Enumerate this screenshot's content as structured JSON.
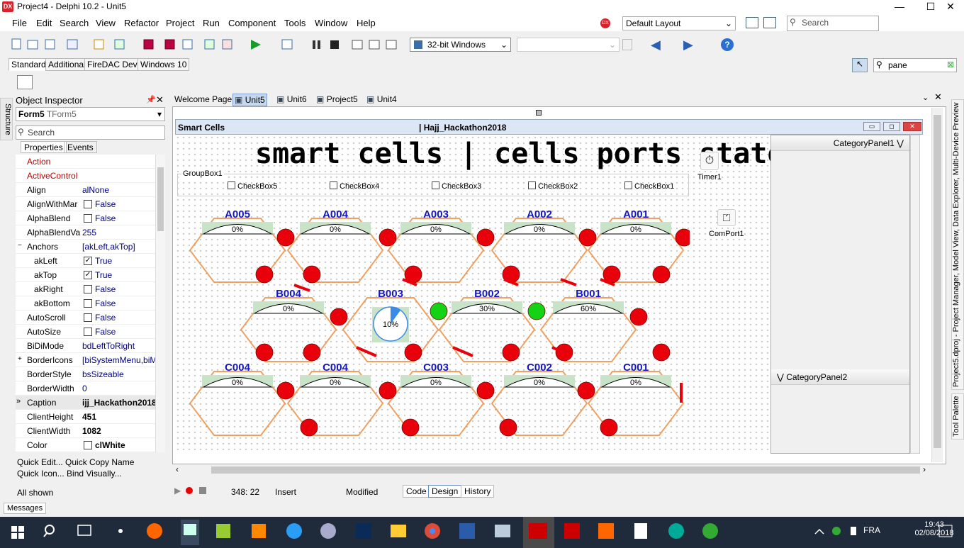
{
  "window": {
    "title": "Project4 - Delphi 10.2 - Unit5",
    "logo": "DX",
    "min": "—",
    "max": "☐",
    "close": "✕"
  },
  "menu": [
    "File",
    "Edit",
    "Search",
    "View",
    "Refactor",
    "Project",
    "Run",
    "Component",
    "Tools",
    "Window",
    "Help"
  ],
  "layout_combo": "Default Layout",
  "search_placeholder": "Search",
  "platform": "32-bit Windows",
  "palette_tabs": [
    "Standard",
    "Additional",
    "FireDAC Devs",
    "Windows 10"
  ],
  "palette_search": "pane",
  "structure_tab": "Structure",
  "object_inspector": {
    "title": "Object Inspector",
    "form_name": "Form5",
    "form_type": "TForm5",
    "search_placeholder": "Search",
    "tabs": [
      "Properties",
      "Events"
    ],
    "properties": [
      {
        "name": "Action",
        "value": "",
        "color": "#c00000"
      },
      {
        "name": "ActiveControl",
        "value": "",
        "color": "#c00000"
      },
      {
        "name": "Align",
        "value": "alNone"
      },
      {
        "name": "AlignWithMar",
        "value": "False",
        "check": false
      },
      {
        "name": "AlphaBlend",
        "value": "False",
        "check": false
      },
      {
        "name": "AlphaBlendVa",
        "value": "255"
      },
      {
        "name": "Anchors",
        "value": "[akLeft,akTop]",
        "expander": "−"
      },
      {
        "name": "akLeft",
        "value": "True",
        "check": true,
        "indent": true
      },
      {
        "name": "akTop",
        "value": "True",
        "check": true,
        "indent": true
      },
      {
        "name": "akRight",
        "value": "False",
        "check": false,
        "indent": true
      },
      {
        "name": "akBottom",
        "value": "False",
        "check": false,
        "indent": true
      },
      {
        "name": "AutoScroll",
        "value": "False",
        "check": false
      },
      {
        "name": "AutoSize",
        "value": "False",
        "check": false
      },
      {
        "name": "BiDiMode",
        "value": "bdLeftToRight"
      },
      {
        "name": "BorderIcons",
        "value": "[biSystemMenu,biM",
        "expander": "+"
      },
      {
        "name": "BorderStyle",
        "value": "bsSizeable"
      },
      {
        "name": "BorderWidth",
        "value": "0"
      },
      {
        "name": "Caption",
        "value": "ijj_Hackathon2018",
        "selected": true,
        "bold": true
      },
      {
        "name": "ClientHeight",
        "value": "451",
        "bold": true
      },
      {
        "name": "ClientWidth",
        "value": "1082",
        "bold": true
      },
      {
        "name": "Color",
        "value": "clWhite",
        "bold": true,
        "swatch": true
      }
    ],
    "quick1": "Quick Edit...  Quick Copy Name",
    "quick2": "Quick Icon...  Bind Visually...",
    "all_shown": "All shown"
  },
  "doc_tabs": [
    "Welcome Page",
    "Unit5",
    "Unit6",
    "Project5",
    "Unit4"
  ],
  "form": {
    "caption_left": "Smart Cells",
    "caption_right": "|  Hajj_Hackathon2018",
    "heading": "smart cells  |  cells ports state:",
    "groupbox": "GroupBox1",
    "checkboxes": [
      "CheckBox5",
      "CheckBox4",
      "CheckBox3",
      "CheckBox2",
      "CheckBox1"
    ],
    "timer": "Timer1",
    "comport": "ComPort1",
    "category1": "CategoryPanel1",
    "category2": "CategoryPanel2",
    "cells_row1": [
      {
        "label": "A005",
        "pct": "0%"
      },
      {
        "label": "A004",
        "pct": "0%"
      },
      {
        "label": "A003",
        "pct": "0%"
      },
      {
        "label": "A002",
        "pct": "0%"
      },
      {
        "label": "A001",
        "pct": "0%"
      }
    ],
    "cells_row2": [
      {
        "label": "B004",
        "pct": "0%"
      },
      {
        "label": "B003",
        "pct": "10%",
        "pie": 0.1
      },
      {
        "label": "B002",
        "pct": "30%"
      },
      {
        "label": "B001",
        "pct": "60%"
      }
    ],
    "cells_row3": [
      {
        "label": "C004",
        "pct": "0%"
      },
      {
        "label": "C004",
        "pct": "0%"
      },
      {
        "label": "C003",
        "pct": "0%"
      },
      {
        "label": "C002",
        "pct": "0%"
      },
      {
        "label": "C001",
        "pct": "0%"
      }
    ],
    "colors": {
      "hex": "#f0a060",
      "port_red": "#e8000b",
      "port_green": "#14d214",
      "gauge_bg": "#c9e3c9",
      "label_blue": "#1414c8"
    }
  },
  "status": {
    "position": "348: 22",
    "mode": "Insert",
    "state": "Modified",
    "tabs": [
      "Code",
      "Design",
      "History"
    ]
  },
  "right_tabs": [
    "Project5.dproj - Project Manager, Model View, Data Explorer, Multi-Device Preview",
    "Tool Palette"
  ],
  "messages_tab": "Messages",
  "clock": {
    "time": "19:43",
    "date": "02/08/2018"
  },
  "language": "FRA"
}
